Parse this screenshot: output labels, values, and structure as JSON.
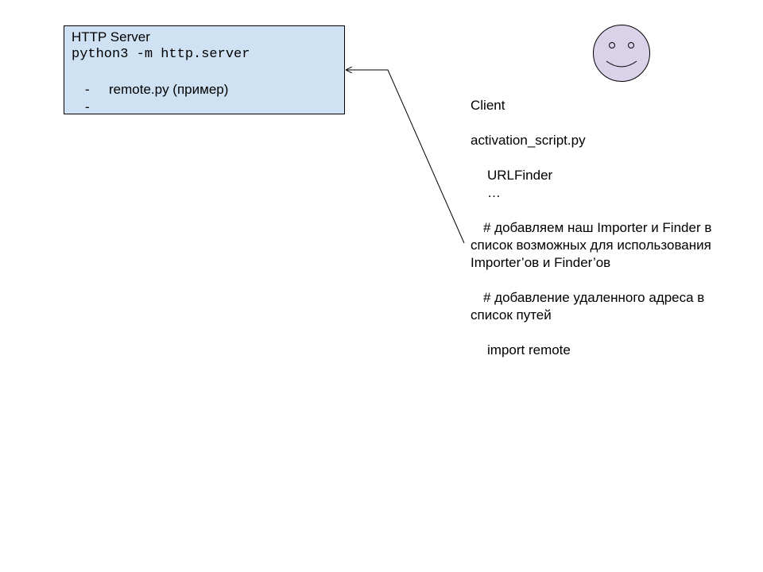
{
  "colors": {
    "server_fill": "#cfe2f3",
    "face_fill": "#d9d2e9",
    "stroke": "#000000"
  },
  "server": {
    "title": "HTTP Server",
    "command": "python3 -m http.server",
    "items": [
      {
        "bullet": "-",
        "text": "remote.py (пример)"
      },
      {
        "bullet": "-",
        "text": ""
      }
    ]
  },
  "client": {
    "title": "Client",
    "script": "activation_script.py",
    "finder": "URLFinder",
    "ellipsis": "…",
    "comment1": {
      "line1": "# добавляем наш Importer и Finder в",
      "line2": "список возможных для использования",
      "line3": "Importer’ов и Finder’ов"
    },
    "comment2": {
      "line1": "# добавление удаленного адреса в",
      "line2": "список путей"
    },
    "import_line": "import remote"
  },
  "icons": {
    "user": "smiley-face-icon"
  }
}
